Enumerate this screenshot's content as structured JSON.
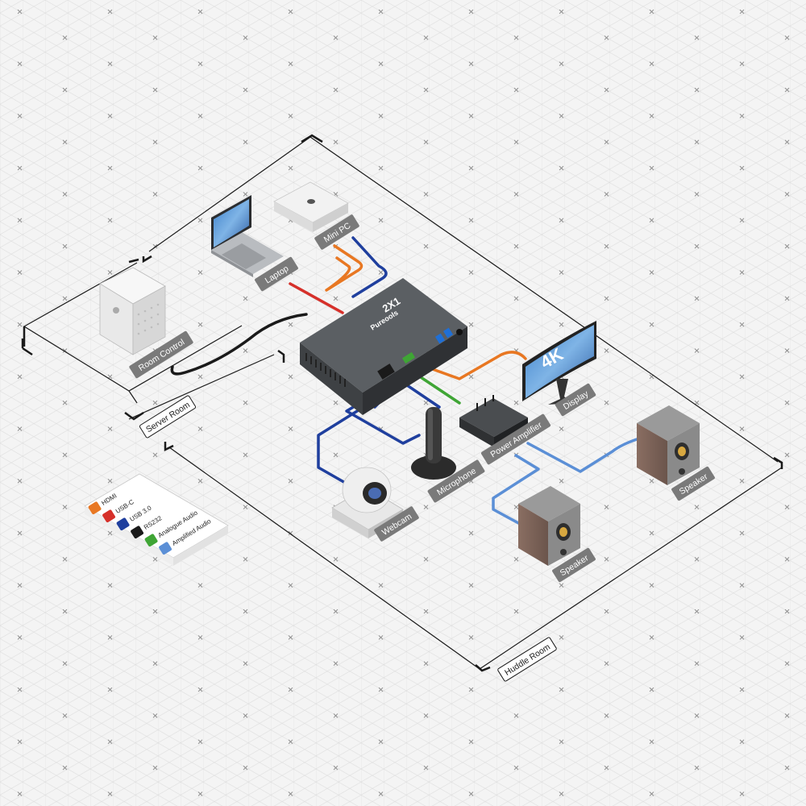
{
  "colors": {
    "background": "#f4f4f4",
    "grid": "#dcdcdc",
    "hdmi": "#e87722",
    "usb_c": "#d6302a",
    "usb3": "#1f3f9e",
    "rs232": "#1a1a1a",
    "analogue_audio": "#3fa535",
    "amplified_audio": "#5b8fd6",
    "label_bg": "#7a7a7a",
    "device_dark": "#4e5256"
  },
  "rooms": {
    "server": "Server Room",
    "huddle": "Huddle Room"
  },
  "devices": {
    "hub_brand": "Pureools",
    "hub_model": "2X1",
    "room_control": "Room Control",
    "laptop": "Laptop",
    "mini_pc": "Mini PC",
    "display": "Display",
    "display_badge": "4K",
    "power_amplifier": "Power Amplifier",
    "speaker_1": "Speaker",
    "speaker_2": "Speaker",
    "microphone": "Microphone",
    "webcam": "Webcam"
  },
  "legend": {
    "items": [
      {
        "label": "HDMI",
        "color": "#e87722"
      },
      {
        "label": "USB-C",
        "color": "#d6302a"
      },
      {
        "label": "USB 3.0",
        "color": "#1f3f9e"
      },
      {
        "label": "RS232",
        "color": "#1a1a1a"
      },
      {
        "label": "Analogue Audio",
        "color": "#3fa535"
      },
      {
        "label": "Amplified Audio",
        "color": "#5b8fd6"
      }
    ]
  }
}
